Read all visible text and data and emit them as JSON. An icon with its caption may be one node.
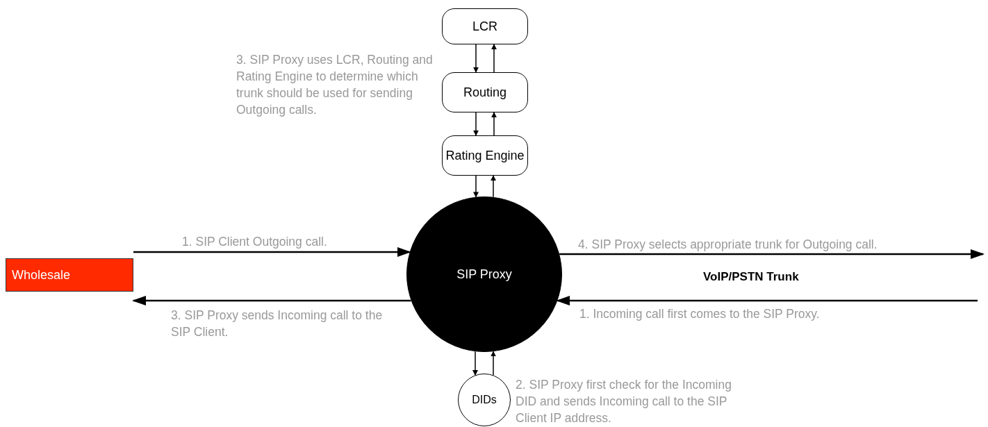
{
  "diagram": {
    "nodes": [
      {
        "text": [
          "LCR"
        ]
      },
      {
        "text": [
          "Routing"
        ]
      },
      {
        "text": [
          "Rating Engine"
        ]
      },
      {
        "text": [
          "SIP Proxy"
        ]
      },
      {
        "text": [
          "DIDs"
        ],
        "beside": [
          "2. SIP Proxy first check for the Incoming DID and sends Incoming call to the SIP Client IP address."
        ]
      },
      {
        "text": [
          "Wholesale"
        ]
      }
    ],
    "edges": [
      {
        "from": 0,
        "to": 1,
        "arrow": "to"
      },
      {
        "from": 1,
        "to": 0,
        "arrow": "to"
      },
      {
        "from": 1,
        "to": 2,
        "arrow": "to"
      },
      {
        "from": 2,
        "to": 1,
        "arrow": "to"
      },
      {
        "from": 2,
        "to": 3,
        "arrow": "to"
      },
      {
        "from": 3,
        "to": 2,
        "arrow": "to"
      },
      {
        "from": 3,
        "to": 4,
        "arrow": "to"
      },
      {
        "from": 4,
        "to": 3,
        "arrow": "to"
      },
      {
        "from": 5,
        "to": 3,
        "arrow": "to",
        "label": "1. SIP Client Outgoing call."
      },
      {
        "from": 3,
        "to": 5,
        "arrow": "to",
        "label": "3. SIP Proxy sends Incoming call to the SIP Client."
      },
      {
        "from": 3,
        "to": null,
        "arrow": "to",
        "label": "4. SIP Proxy selects appropriate trunk for Outgoing call."
      },
      {
        "from": null,
        "to": 3,
        "arrow": "to",
        "label": "1. Incoming call first comes to the SIP Proxy."
      }
    ],
    "labels": [
      "3. SIP Proxy uses LCR, Routing and Rating Engine to determine which trunk should be used for sending Outgoing calls.",
      "VoIP/PSTN Trunk"
    ]
  }
}
